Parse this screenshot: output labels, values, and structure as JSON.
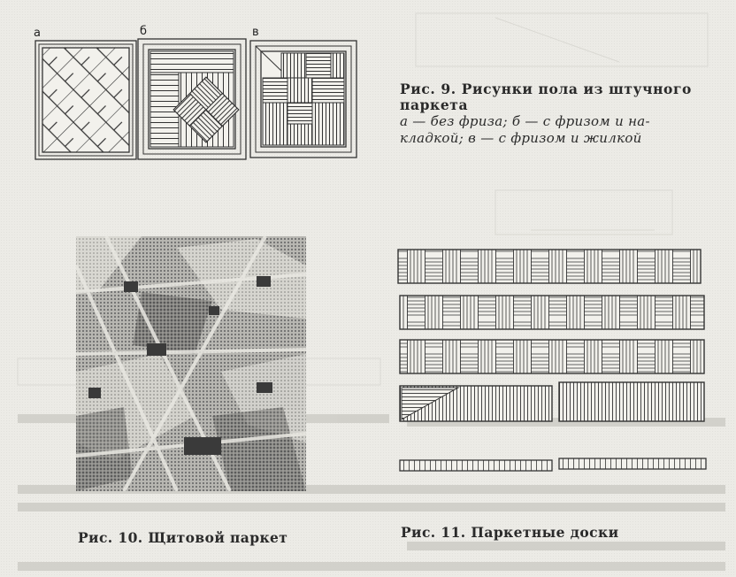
{
  "fig9": {
    "labels": {
      "a": "а",
      "b": "б",
      "v": "в"
    },
    "caption_title": "Рис. 9. Рисунки пола из штучного паркета",
    "caption_line1": "а — без фриза; б — с фризом и на-",
    "caption_line2": "кладкой; в — с фризом и жилкой"
  },
  "fig10": {
    "caption": "Рис. 10. Щитовой паркет"
  },
  "fig11": {
    "caption": "Рис. 11. Паркетные доски"
  },
  "colors": {
    "paper": "#ecebe6",
    "ink": "#2a2a2a",
    "photo_dark": "#6e6e6e",
    "photo_light": "#c9c9c4"
  }
}
